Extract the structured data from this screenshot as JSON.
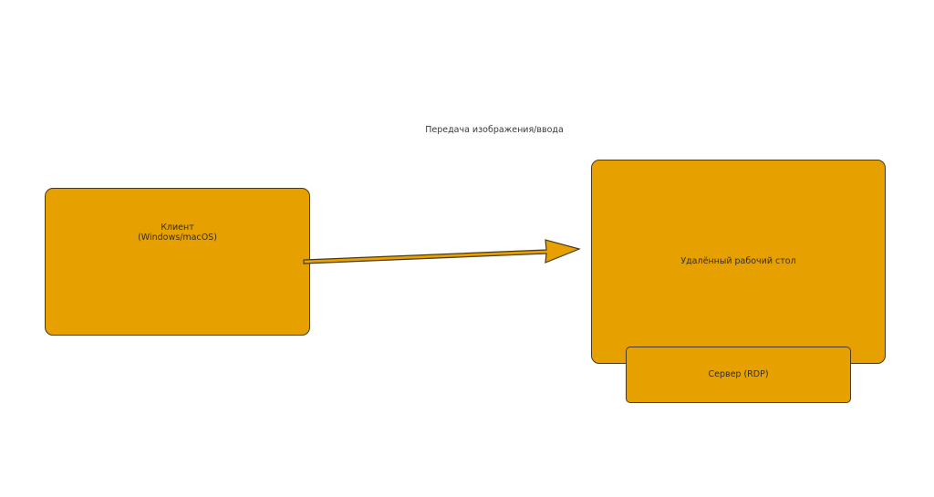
{
  "colors": {
    "node_fill": "#e6a000",
    "node_stroke": "#4a3a1a",
    "text": "#3a2e16"
  },
  "diagram": {
    "nodes": {
      "client": {
        "label": "Клиент\n(Windows/macOS)"
      },
      "remote_desktop": {
        "label": "Удалённый рабочий стол"
      },
      "server": {
        "label": "Сервер (RDP)"
      }
    },
    "edges": [
      {
        "from": "client",
        "to": "remote_desktop",
        "label": "Передача изображения/ввода"
      }
    ]
  }
}
